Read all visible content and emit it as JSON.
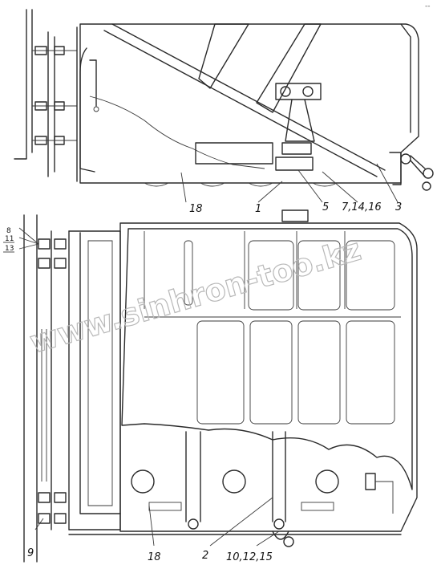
{
  "corner_mark": "--",
  "watermark": "www.sinhron-too.kz",
  "top_view": {
    "callouts": [
      {
        "id": "1",
        "text": "1"
      },
      {
        "id": "3",
        "text": "3"
      },
      {
        "id": "5",
        "text": "5"
      },
      {
        "id": "7-14-16",
        "text": "7,14,16"
      },
      {
        "id": "18",
        "text": "18"
      }
    ]
  },
  "bottom_view": {
    "callouts": [
      {
        "id": "8",
        "text": "8"
      },
      {
        "id": "11",
        "text": "11"
      },
      {
        "id": "13",
        "text": "13"
      },
      {
        "id": "9",
        "text": "9"
      },
      {
        "id": "18",
        "text": "18"
      },
      {
        "id": "2",
        "text": "2"
      },
      {
        "id": "10-12-15",
        "text": "10,12,15"
      }
    ]
  }
}
